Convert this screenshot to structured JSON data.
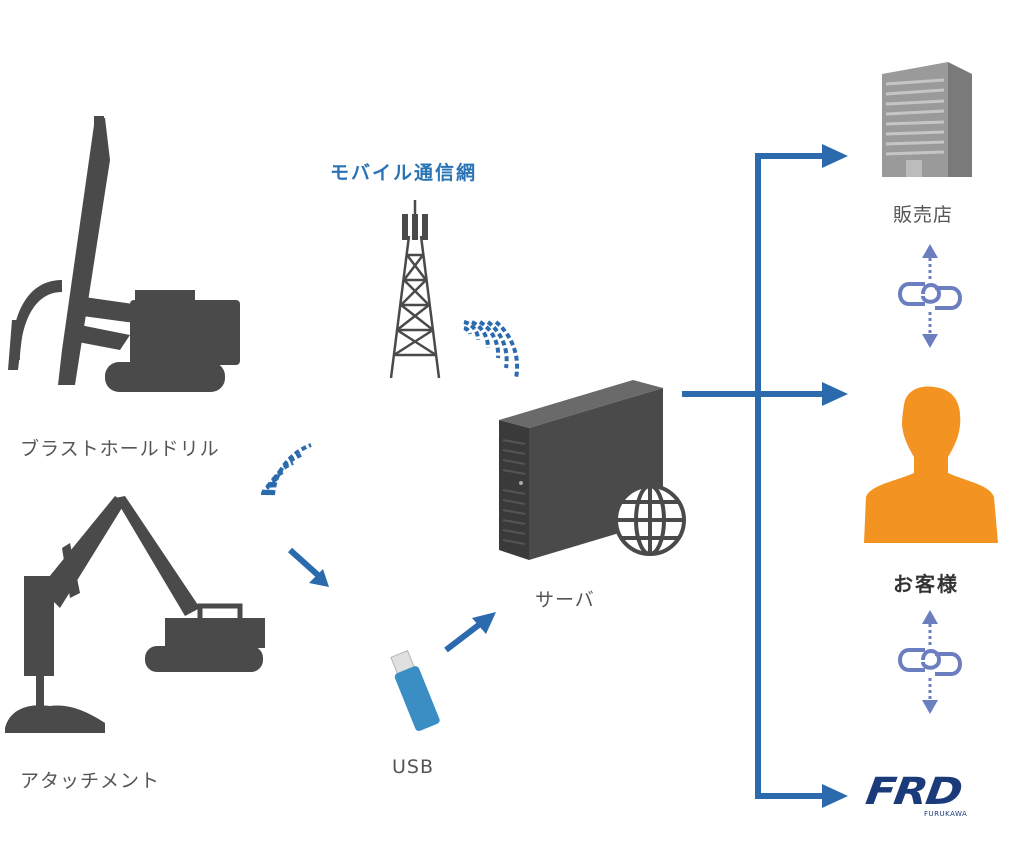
{
  "diagram": {
    "network_label": "モバイル通信網",
    "nodes": {
      "drill": {
        "label": "ブラストホールドリル",
        "icon": "blasthole-drill-icon"
      },
      "attachment": {
        "label": "アタッチメント",
        "icon": "excavator-attachment-icon"
      },
      "tower": {
        "label": "モバイル通信網",
        "icon": "cell-tower-icon"
      },
      "usb": {
        "label": "USB",
        "icon": "usb-drive-icon"
      },
      "server": {
        "label": "サーバ",
        "icon": "server-icon"
      },
      "dealer": {
        "label": "販売店",
        "icon": "building-icon"
      },
      "customer": {
        "label": "お客様",
        "icon": "person-icon"
      },
      "frd": {
        "label": "FRD",
        "sublabel": "FURUKAWA",
        "icon": "frd-logo"
      }
    },
    "edges": [
      {
        "from": "drill",
        "to": "tower",
        "type": "wireless"
      },
      {
        "from": "tower",
        "to": "server",
        "type": "wireless"
      },
      {
        "from": "attachment",
        "to": "usb",
        "type": "arrow"
      },
      {
        "from": "usb",
        "to": "server",
        "type": "arrow"
      },
      {
        "from": "server",
        "to": "dealer",
        "type": "arrow"
      },
      {
        "from": "server",
        "to": "customer",
        "type": "arrow"
      },
      {
        "from": "server",
        "to": "frd",
        "type": "arrow"
      },
      {
        "from": "dealer",
        "to": "customer",
        "type": "link-bidirectional"
      },
      {
        "from": "customer",
        "to": "frd",
        "type": "link-bidirectional"
      }
    ],
    "colors": {
      "flow_blue": "#2a6aad",
      "wave_blue": "#2a6aad",
      "title_blue": "#2a73b5",
      "link_purple": "#6b7fc0",
      "machine_gray": "#4a4a4a",
      "building_gray": "#9a9a9a",
      "person_orange": "#f39322",
      "usb_blue": "#3a8ec4",
      "frd_navy": "#1a3a7a"
    }
  }
}
